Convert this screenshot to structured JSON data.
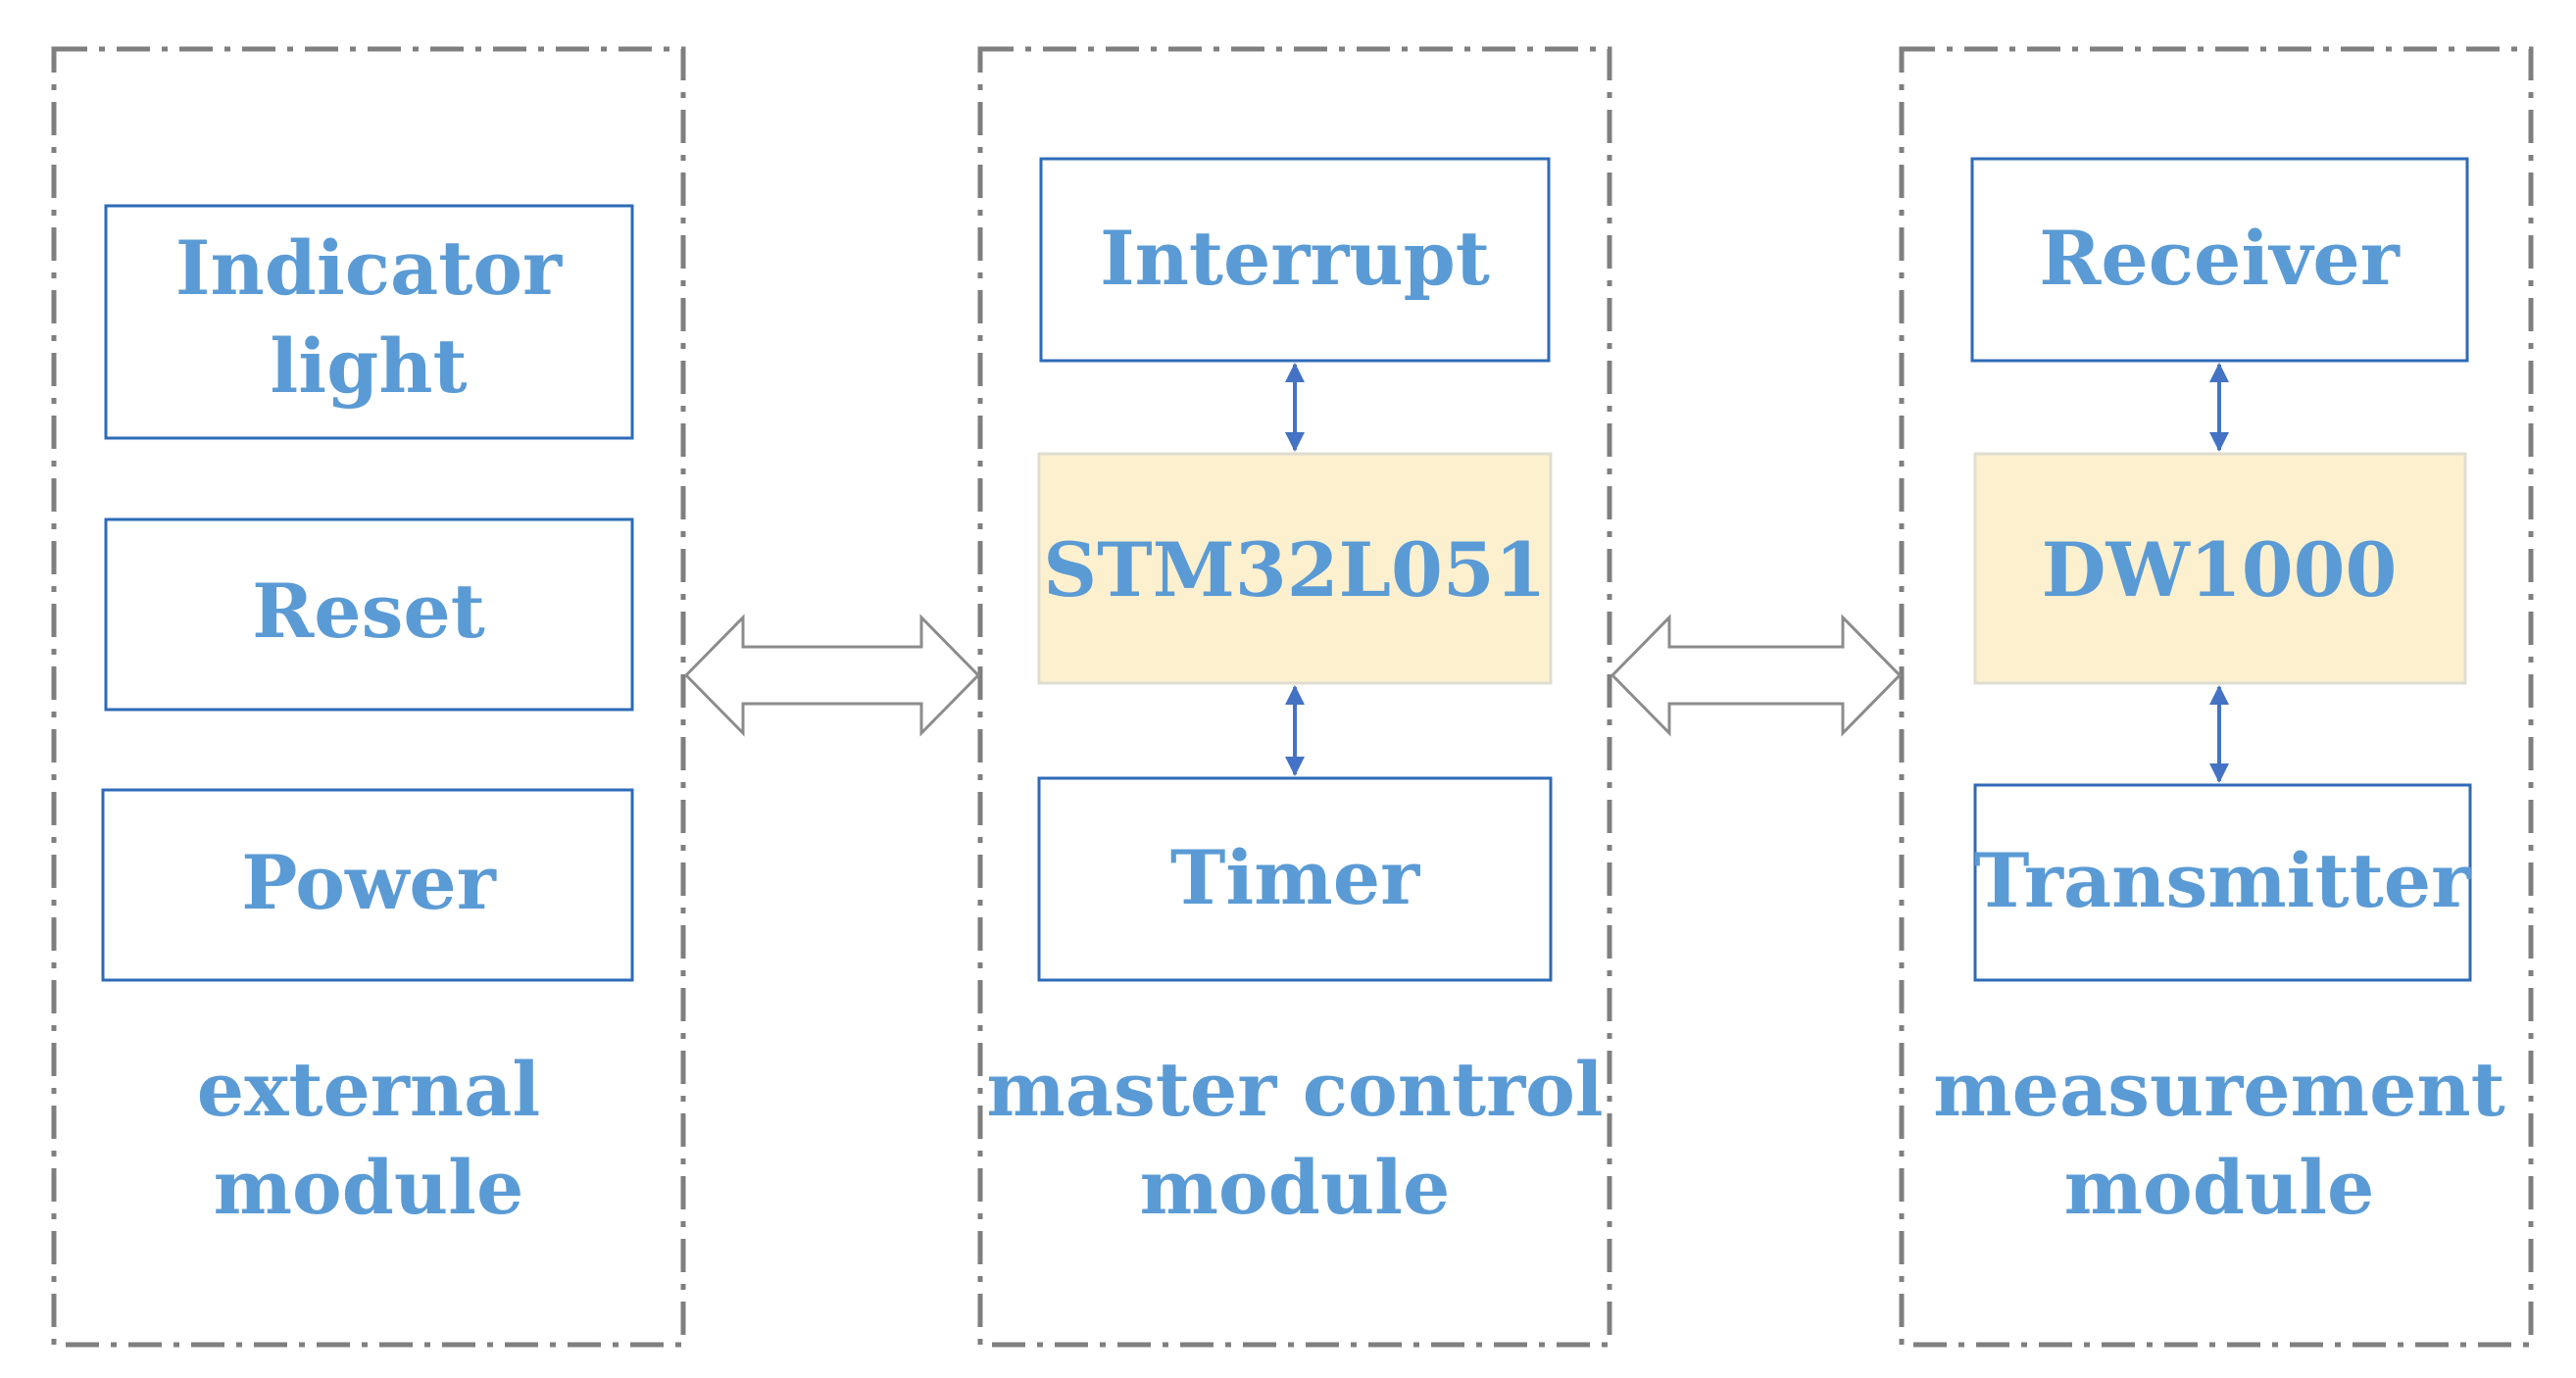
{
  "colors": {
    "text": "#5b9bd5",
    "box_border": "#2e6bb8",
    "chip_fill": "#fdf0cf",
    "chip_border": "#e0dccf",
    "group_border": "#7f7f7f",
    "connector": "#4472c4",
    "block_arrow_border": "#8c8c8c"
  },
  "modules": {
    "external": {
      "label_line1": "external",
      "label_line2": "module",
      "blocks": {
        "indicator_line1": "Indicator",
        "indicator_line2": "light",
        "reset": "Reset",
        "power": "Power"
      }
    },
    "master": {
      "label_line1": "master control",
      "label_line2": "module",
      "blocks": {
        "interrupt": "Interrupt",
        "mcu": "STM32L051",
        "timer": "Timer"
      }
    },
    "measurement": {
      "label_line1": "measurement",
      "label_line2": "module",
      "blocks": {
        "receiver": "Receiver",
        "chip": "DW1000",
        "transmitter": "Transmitter"
      }
    }
  }
}
